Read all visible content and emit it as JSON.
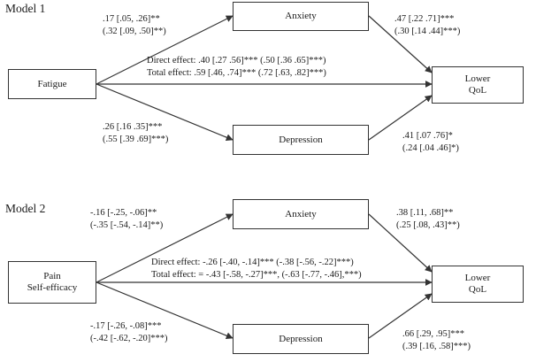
{
  "models": [
    {
      "title": "Model 1",
      "predictor": [
        "Fatigue"
      ],
      "mediator_top": "Anxiety",
      "mediator_bottom": "Depression",
      "outcome": [
        "Lower",
        "QoL"
      ],
      "path_a_top": [
        ".17 [.05, .26]**",
        "(.32 [.09, .50]**)"
      ],
      "path_b_top": [
        ".47 [.22 .71]***",
        "(.30 [.14 .44]***)"
      ],
      "path_a_bottom": [
        ".26 [.16 .35]***",
        "(.55 [.39 .69]***)"
      ],
      "path_b_bottom": [
        ".41 [.07 .76]*",
        "(.24 [.04 .46]*)"
      ],
      "direct_effect": "Direct effect: .40 [.27 .56]*** (.50 [.36 .65]***)",
      "total_effect": "Total effect: .59 [.46, .74]*** (.72 [.63, .82]***)"
    },
    {
      "title": "Model 2",
      "predictor": [
        "Pain",
        "Self-efficacy"
      ],
      "mediator_top": "Anxiety",
      "mediator_bottom": "Depression",
      "outcome": [
        "Lower",
        "QoL"
      ],
      "path_a_top": [
        "-.16 [-.25, -.06]**",
        "(-.35 [-.54, -.14]**)"
      ],
      "path_b_top": [
        ".38 [.11, .68]**",
        "(.25 [.08, .43]**)"
      ],
      "path_a_bottom": [
        "-.17 [-.26, -.08]***",
        "(-.42 [-.62, -.20]***)"
      ],
      "path_b_bottom": [
        ".66 [.29, .95]***",
        "(.39 [.16, .58]***)"
      ],
      "direct_effect": "Direct effect: -.26 [-.40, -.14]*** (-.38 [-.56, -.22]***)",
      "total_effect": "Total effect: = -.43 [-.58, -.27]***, (-.63 [-.77, -.46],***)"
    }
  ]
}
